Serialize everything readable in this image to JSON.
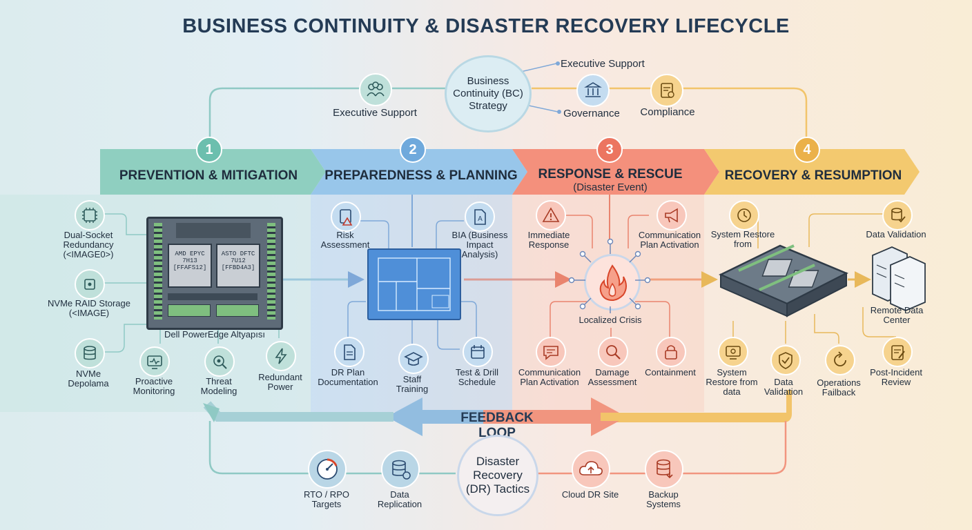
{
  "title": "BUSINESS CONTINUITY & DISASTER RECOVERY LIFECYCLE",
  "bc_hub": "Business Continuity (BC) Strategy",
  "dr_hub": "Disaster Recovery (DR) Tactics",
  "top": {
    "exec_left": "Executive Support",
    "exec_right": "Executive Support",
    "governance": "Governance",
    "compliance": "Compliance"
  },
  "phases": [
    {
      "num": "1",
      "title": "PREVENTION & MITIGATION",
      "sub": "",
      "color": "#7fc8b8"
    },
    {
      "num": "2",
      "title": "PREPAREDNESS & PLANNING",
      "sub": "",
      "color": "#8fc0e6"
    },
    {
      "num": "3",
      "title": "RESPONSE & RESCUE",
      "sub": "(Disaster Event)",
      "color": "#f28b78"
    },
    {
      "num": "4",
      "title": "RECOVERY & RESUMPTION",
      "sub": "",
      "color": "#f2c46a"
    }
  ],
  "prevention": {
    "dual_socket": "Dual-Socket Redundancy (<IMAGE0>)",
    "nvme_raid": "NVMe RAID Storage (<IMAGE)",
    "nvme_depo": "NVMe Depolama",
    "proactive": "Proactive Monitoring",
    "threat": "Threat Modeling",
    "redundant": "Redundant Power",
    "server_caption": "Dell PowerEdge Altyapısı",
    "cpu1": "AMD EPYC 7H13 [FFAFS12]",
    "cpu2": "ASTO DFTC 7U12 [FFBD4A3]"
  },
  "preparedness": {
    "risk": "Risk Assessment",
    "bia": "BIA (Business Impact Analysis)",
    "drplan": "DR Plan Documentation",
    "staff": "Staff Training",
    "drill": "Test & Drill Schedule"
  },
  "response": {
    "immediate": "Immediate Response",
    "comm_top": "Communication Plan Activation",
    "crisis": "Localized Crisis",
    "comm_bottom": "Communication Plan Activation",
    "damage": "Damage Assessment",
    "containment": "Containment"
  },
  "recovery": {
    "restore_top": "System Restore from",
    "validation_top": "Data Validation",
    "remote": "Remote Data Center",
    "restore_bottom": "System Restore from data",
    "validation_bottom": "Data Validation",
    "failback": "Operations Failback",
    "review": "Post-Incident Review"
  },
  "feedback": "FEEDBACK LOOP",
  "bottom": {
    "rto": "RTO / RPO Targets",
    "replication": "Data Replication",
    "cloud": "Cloud DR Site",
    "backup": "Backup Systems"
  }
}
